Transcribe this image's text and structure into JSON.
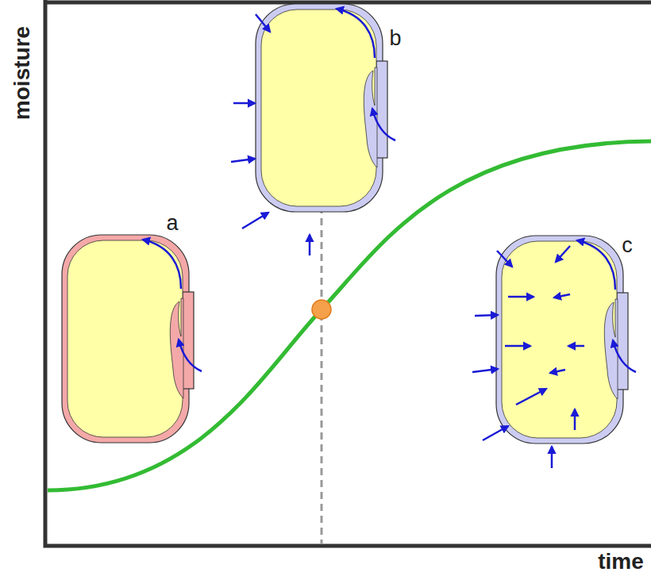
{
  "diagram": {
    "labels": [
      "moisture",
      "time",
      "a",
      "b",
      "c"
    ]
  }
}
